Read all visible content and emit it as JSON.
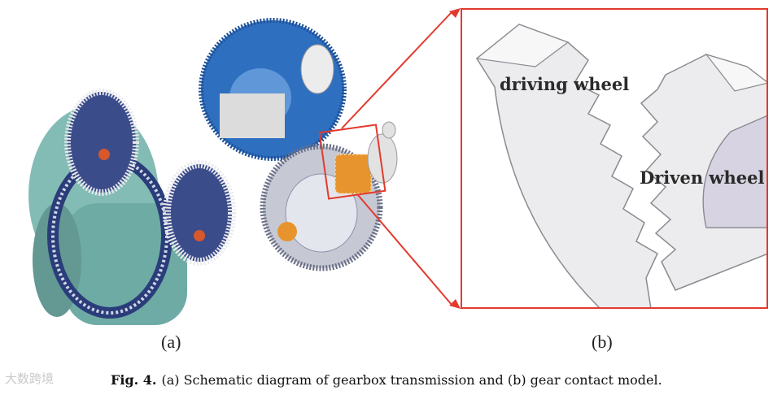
{
  "figure": {
    "panel_a_label": "(a)",
    "panel_b_label": "(b)",
    "callout_driving": "driving wheel",
    "callout_driven": "Driven wheel",
    "caption_number": "Fig. 4.",
    "caption_text": "(a) Schematic diagram of gearbox transmission and (b) gear contact model.",
    "watermark_text": "大数跨境"
  },
  "colors": {
    "highlight_red": "#e33a2e",
    "gear_blue": "#2f6fc0",
    "housing_teal": "#3f8f88",
    "pinion_orange": "#e8942e",
    "tooth_gray": "#e6e6e8"
  }
}
